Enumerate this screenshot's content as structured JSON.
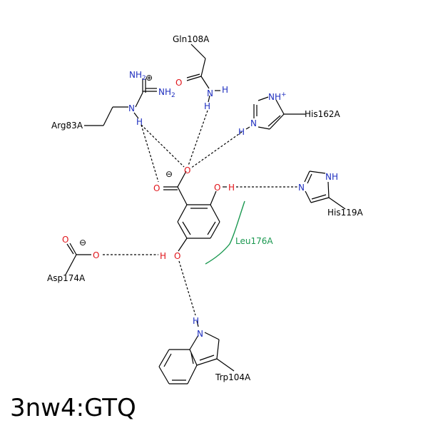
{
  "title": "3nw4:GTQ",
  "residues": {
    "gln108": "Gln108A",
    "arg83": "Arg83A",
    "his162": "His162A",
    "his119": "His119A",
    "leu176": "Leu176A",
    "asp174": "Asp174A",
    "trp104": "Trp104A"
  },
  "atoms": {
    "O": "O",
    "H": "H",
    "N": "N",
    "NH": "NH",
    "NH2": "NH",
    "sub2": "2",
    "NHplus": "NH",
    "plus": "+",
    "minus": "⊖",
    "plus_circle": "⊕"
  },
  "colors": {
    "oxygen": "#e0141a",
    "nitrogen": "#1f2fbf",
    "hydrophobic": "#1a9850",
    "bond": "#000000"
  }
}
